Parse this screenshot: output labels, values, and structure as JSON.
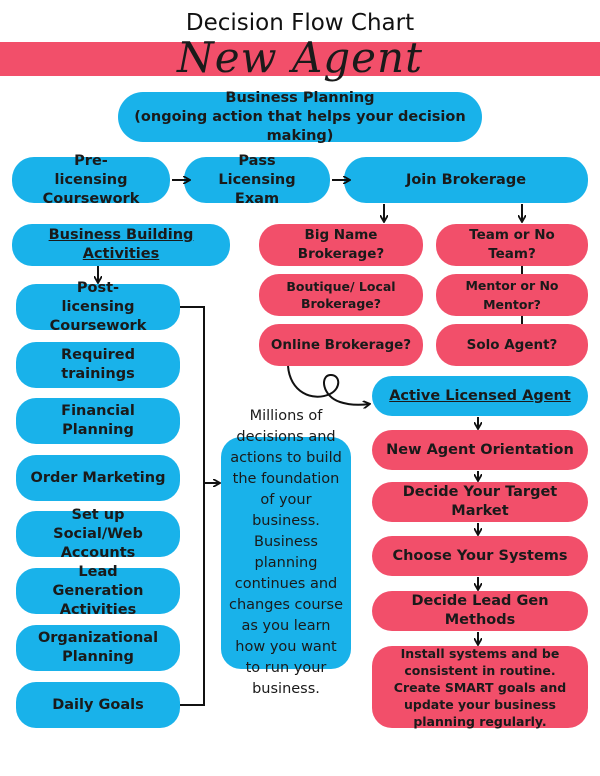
{
  "title": "Decision Flow Chart",
  "subtitle": "New Agent",
  "planning": {
    "line1": "Business Planning",
    "line2": "(ongoing action that helps your decision making)"
  },
  "top_row": {
    "prelicensing": "Pre-licensing Coursework",
    "pass_exam": "Pass Licensing Exam",
    "join": "Join Brokerage"
  },
  "left_column": {
    "heading": "Business Building Activities",
    "items": [
      "Post-licensing Coursework",
      "Required trainings",
      "Financial Planning",
      "Order Marketing",
      "Set up Social/Web Accounts",
      "Lead Generation Activities",
      "Organizational Planning",
      "Daily Goals"
    ]
  },
  "note": "Millions of decisions and actions to build the foundation of your business. Business planning continues and changes course as you learn how you want to run your business.",
  "brokerage_options": [
    "Big Name Brokerage?",
    "Boutique/ Local Brokerage?",
    "Online Brokerage?"
  ],
  "team_options": [
    "Team or No Team?",
    "Mentor or No Mentor?",
    "Solo Agent?"
  ],
  "active": {
    "heading": "Active Licensed Agent",
    "steps": [
      "New Agent Orientation",
      "Decide Your Target Market",
      "Choose Your Systems",
      "Decide Lead Gen Methods",
      "Install systems and be consistent in routine. Create SMART goals and update your business planning regularly."
    ]
  },
  "colors": {
    "blue": "#19b2ea",
    "pink": "#f24f6a"
  }
}
